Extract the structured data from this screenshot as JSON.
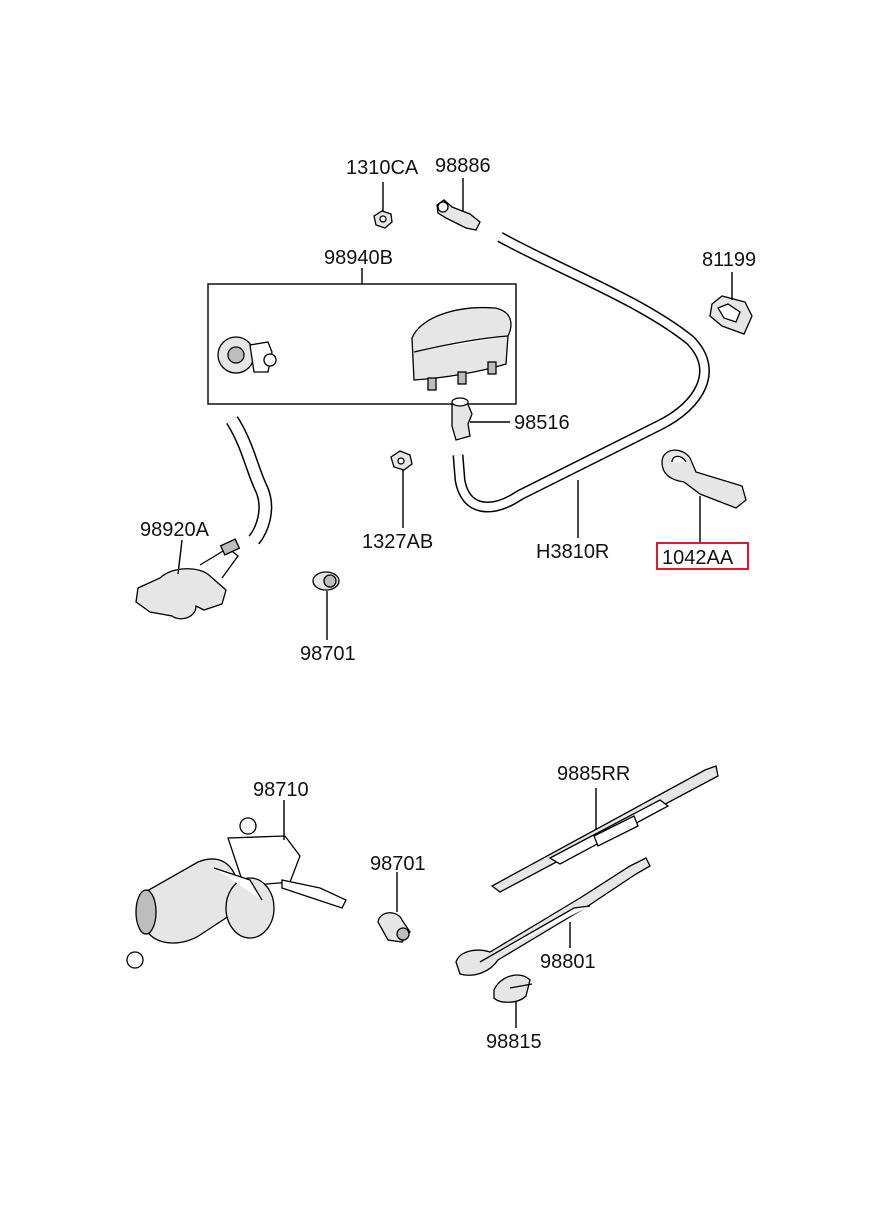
{
  "labels": {
    "p1310CA": "1310CA",
    "p98886": "98886",
    "p98940B": "98940B",
    "p81199": "81199",
    "p98516": "98516",
    "p1327AB": "1327AB",
    "pH3810R": "H3810R",
    "p1042AA": "1042AA",
    "p98920A": "98920A",
    "p98701a": "98701",
    "p98710": "98710",
    "p98701b": "98701",
    "p9885RR": "9885RR",
    "p98801": "98801",
    "p98815": "98815"
  },
  "colors": {
    "line": "#000000",
    "highlight_box": "#e1192c",
    "part_fill": "#e6e6e6",
    "part_shadow": "#bdbdbd"
  },
  "highlighted_part": "1042AA"
}
